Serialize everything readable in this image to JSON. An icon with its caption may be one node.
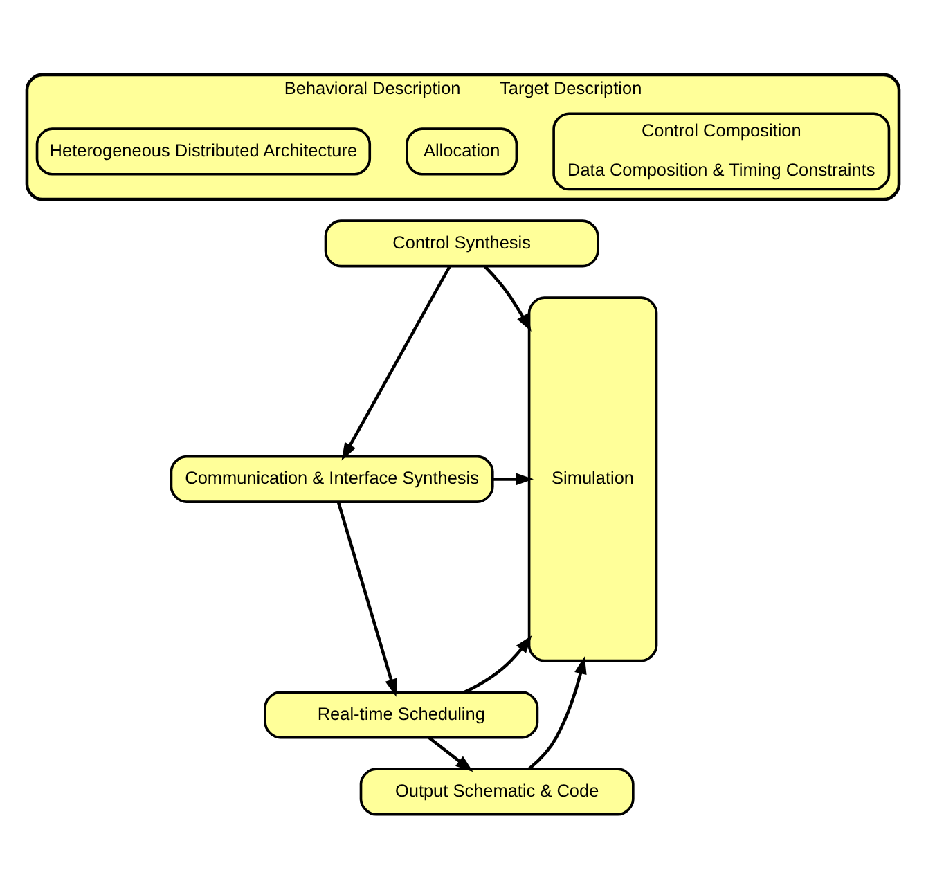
{
  "diagram": {
    "nodes": [
      {
        "text": [
          "Behavioral Description",
          "Target Description"
        ]
      },
      {
        "text": [
          "Control Composition",
          "Data Composition & Timing Constraints"
        ],
        "in": 0
      },
      {
        "text": [
          "Allocation"
        ],
        "in": 0
      },
      {
        "text": [
          "Heterogeneous Distributed Architecture"
        ],
        "in": 0
      },
      {
        "text": [
          "Control Synthesis"
        ]
      },
      {
        "text": [
          "Communication & Interface Synthesis"
        ]
      },
      {
        "text": [
          "Real-time Scheduling"
        ]
      },
      {
        "text": [
          "Output Schematic & Code"
        ]
      },
      {
        "text": [
          "Simulation"
        ]
      }
    ],
    "edges": [
      {
        "from": 4,
        "to": 5,
        "arrow": "to"
      },
      {
        "from": 5,
        "to": 6,
        "arrow": "to"
      },
      {
        "from": 6,
        "to": 7,
        "arrow": "to"
      },
      {
        "from": 4,
        "to": 8,
        "arrow": "to"
      },
      {
        "from": 5,
        "to": 8,
        "arrow": "to"
      },
      {
        "from": 6,
        "to": 8,
        "arrow": "to"
      },
      {
        "from": 7,
        "to": 8,
        "arrow": "to"
      }
    ]
  }
}
